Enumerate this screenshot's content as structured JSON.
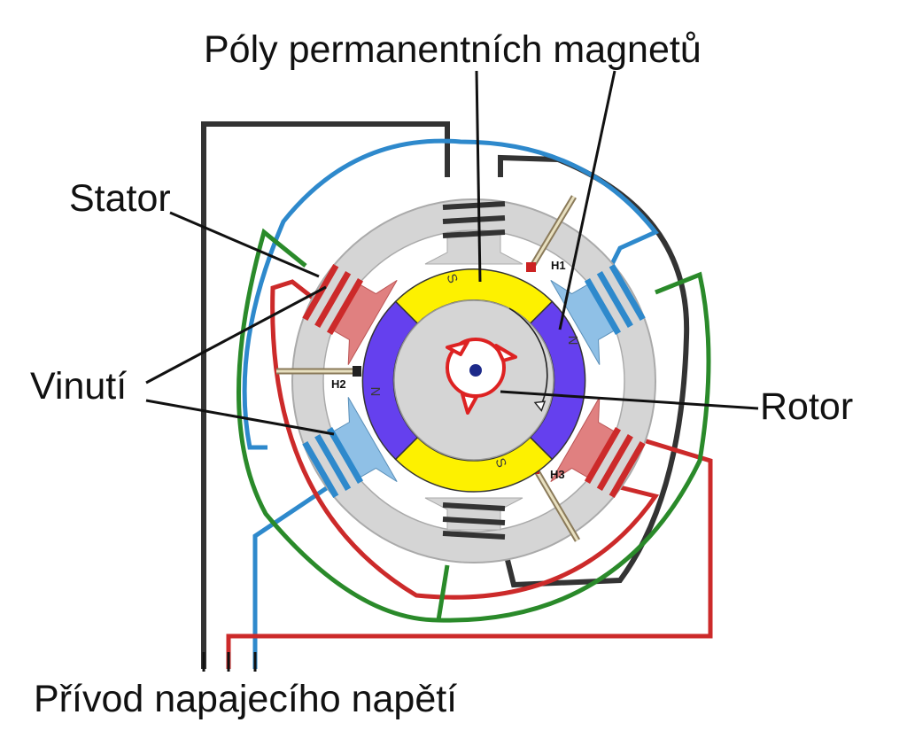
{
  "labels": {
    "title": "Póly permanentních magnetů",
    "stator": "Stator",
    "winding": "Vinutí",
    "rotor": "Rotor",
    "supply": "Přívod napajecího napětí"
  },
  "sensors": {
    "h1": "H1",
    "h2": "H2",
    "h3": "H3"
  },
  "poles": {
    "s_top": "S",
    "s_bottom": "S",
    "n_left": "N",
    "n_right": "N"
  },
  "colors": {
    "stator": "#d5d5d5",
    "magnet_s": "#fdf100",
    "magnet_n": "#6540ee",
    "phase_black": "#333333",
    "phase_blue": "#2e89cc",
    "phase_red": "#cc2a2a",
    "phase_green": "#2a8a2a",
    "coil_red": "#d94444",
    "coil_blue": "#5aa2d8",
    "rotor_mark": "#dd2222",
    "shaft": "#1d2a8a"
  }
}
